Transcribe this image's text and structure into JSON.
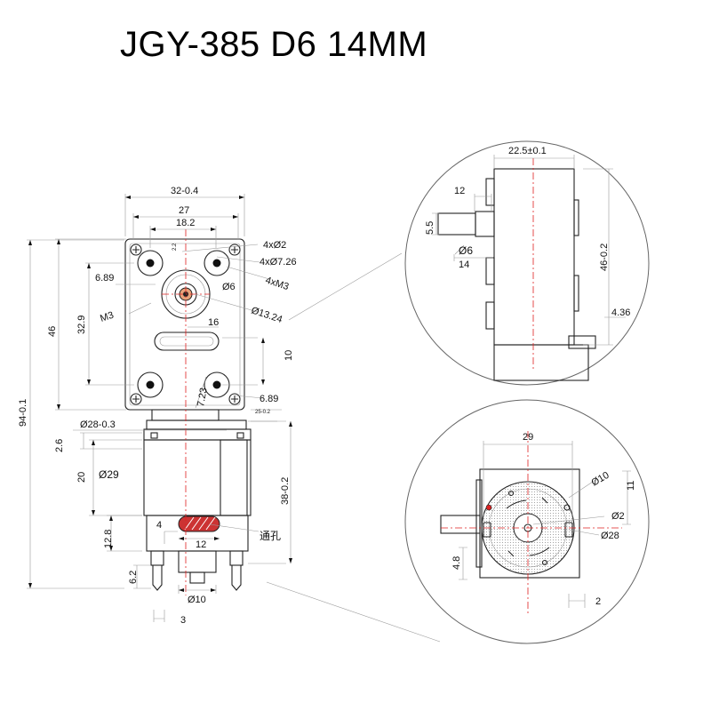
{
  "title": "JGY-385 D6 14MM",
  "front_view": {
    "dims": {
      "w32": "32-0.4",
      "w27": "27",
      "w18": "18.2",
      "d2_2": "2.2",
      "holes_d2": "4xØ2",
      "holes_d726": "4xØ7.26",
      "m3_4x": "4xM3",
      "d689_top": "6.89",
      "d6": "Ø6",
      "m3": "M3",
      "d1324": "Ø13.24",
      "h329": "32.9",
      "h46": "46",
      "w16": "16",
      "h10": "10",
      "h723": "7.23",
      "d689_bot": "6.89",
      "d25": "25-0.2",
      "total94": "94-0.1",
      "d28": "Ø28-0.3",
      "h26": "2.6",
      "h20": "20",
      "d29": "Ø29",
      "h38": "38-0.2",
      "h4": "4",
      "w12": "12",
      "through_hole": "通孔",
      "h128": "12.8",
      "h62": "6.2",
      "d10": "Ø10",
      "w3": "3"
    }
  },
  "side_view": {
    "dims": {
      "w225": "22.5±0.1",
      "w12": "12",
      "h55": "5.5",
      "d6": "Ø6",
      "w14": "14",
      "h46": "46-0.2",
      "h436": "4.36"
    }
  },
  "bottom_view": {
    "dims": {
      "w29": "29",
      "d10": "Ø10",
      "h11": "11",
      "d2": "Ø2",
      "d28": "Ø28",
      "h48": "4.8",
      "w2": "2"
    }
  }
}
